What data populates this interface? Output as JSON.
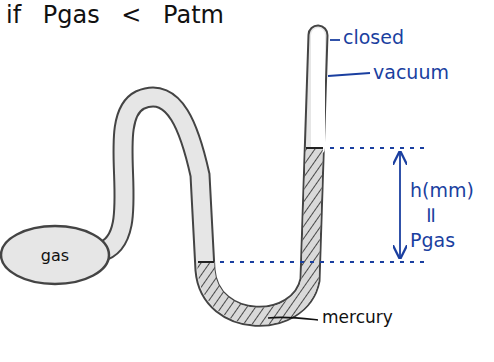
{
  "diagram": {
    "title": "if Pgas < Patm",
    "nodes": [
      {
        "text": [
          "gas"
        ]
      }
    ],
    "labels": [
      "closed",
      "vacuum",
      "h(mm)",
      "=",
      "Pgas",
      "mercury"
    ]
  }
}
